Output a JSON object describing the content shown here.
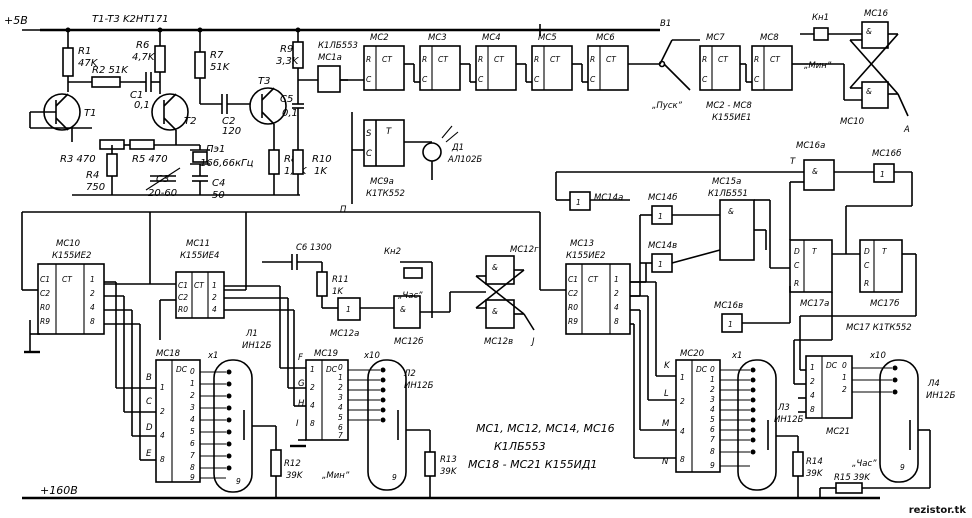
{
  "rails": {
    "plus5": "+5B",
    "plus160": "+160B"
  },
  "parts_top": {
    "transistors": "T1-T3 K2HT171",
    "r1": "R1",
    "r1v": "47K",
    "r2": "R2 51K",
    "r6": "R6",
    "r6v": "4,7K",
    "r7": "R7",
    "r7v": "51K",
    "r9": "R9",
    "r9v": "3,3K",
    "c1": "C1",
    "c1v": "0,1",
    "t1": "T1",
    "t2": "T2",
    "t3": "T3",
    "c2": "C2",
    "c2v": "120",
    "c5": "C5",
    "c5v": "0,1",
    "r3": "R3 470",
    "r4": "R4",
    "r4v": "750",
    "r5": "R5 470",
    "c3": "C3",
    "c3v": "20-60",
    "pz1": "Пэ1",
    "pz1v": "166,66кГц",
    "c4": "C4",
    "c4v": "50",
    "r8": "R8",
    "r8v": "1,8K",
    "r10": "R10",
    "r10v": "1K",
    "mc1a_type": "К1ЛБ553",
    "mc1a": "MC1a",
    "mc9a": "MC9a",
    "mc9a_type": "К1ТК552",
    "d1": "Д1",
    "d1_type": "АЛ102Б",
    "n_label": "П",
    "mc2": "MC2",
    "mc3": "MC3",
    "mc4": "MC4",
    "mc5": "MC5",
    "mc6": "MC6",
    "mc7": "MC7",
    "mc8": "MC8",
    "b1": "B1",
    "pusk": "„Пуск”",
    "mc2_8": "MC2 - MC8",
    "mc2_8_type": "К155ИЕ1",
    "kn1": "Кн1",
    "min_btn": "„Мин”",
    "mc16": "MC16",
    "mc10_top": "MC10",
    "a_node": "A"
  },
  "parts_bottom": {
    "mc10": "MC10",
    "mc10_type": "К155ИЕ2",
    "mc11": "MC11",
    "mc11_type": "К155ИЕ4",
    "c6": "C6 1300",
    "r11": "R11",
    "r11v": "1K",
    "kn2": "Кн2",
    "chas_btn": "„Час”",
    "mc12a": "MC12a",
    "mc12b": "MC12б",
    "mc12g": "MC12г",
    "mc12v": "MC12в",
    "j_node": "J",
    "mc13": "MC13",
    "mc13_type": "К155ИЕ2",
    "mc14a": "MC14a",
    "mc14b": "MC14б",
    "mc14v": "MC14в",
    "mc15a": "MC15a",
    "mc15a_type": "К1ЛБ551",
    "mc16a": "MC16a",
    "mc16b": "MC16б",
    "mc16v": "MC16в",
    "mc17a": "MC17a",
    "mc17b": "MC17б",
    "mc17": "MC17 К1ТК552",
    "t_node": "Т",
    "mc18": "MC18",
    "mc19": "MC19",
    "mc20": "MC20",
    "mc21": "MC21",
    "l1": "Л1",
    "l1_type": "ИН12Б",
    "l2": "Л2",
    "l2_type": "ИН12Б",
    "l3": "Л3",
    "l3_type": "ИН12Б",
    "l4": "Л4",
    "l4_type": "ИН12Б",
    "r12": "R12",
    "r12v": "39K",
    "r13": "R13",
    "r13v": "39K",
    "r14": "R14",
    "r14v": "39K",
    "r15": "R15 39K",
    "x1": "x1",
    "x10": "x10",
    "min_caption": "„Мин”",
    "chas_caption": "„Час”",
    "note1": "MC1, MC12, MC14, MC16",
    "note2": "К1ЛБ553",
    "note3": "MC18 - MC21 К155ИД1",
    "dc": "DC",
    "ct": "CT",
    "letters": {
      "B": "B",
      "C": "C",
      "D": "D",
      "E": "E",
      "F": "F",
      "G": "G",
      "H": "H",
      "I": "I",
      "K": "K",
      "L": "L",
      "M": "M",
      "N": "N"
    }
  },
  "watermark": "rezistor.tk"
}
